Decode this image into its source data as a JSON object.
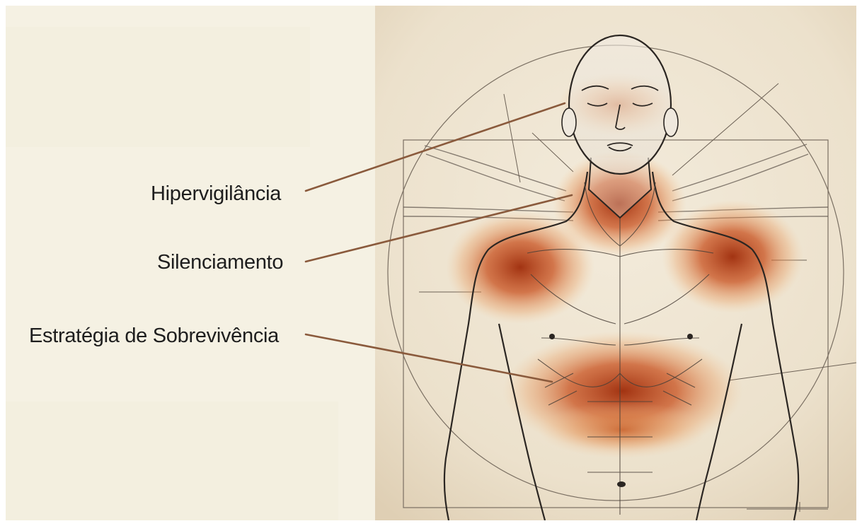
{
  "labels": {
    "hypervigilance": "Hipervigilância",
    "silencing": "Silenciamento",
    "survival": "Estratégia de Sobrevivência"
  },
  "colors": {
    "paper": "#efe5d2",
    "left_panel": "#f5f1e3",
    "ink": "#2b2622",
    "heat": "#c4471a",
    "leader_line": "#8a5a3c"
  },
  "icons": {
    "figure": "anatomical-figure-icon"
  }
}
